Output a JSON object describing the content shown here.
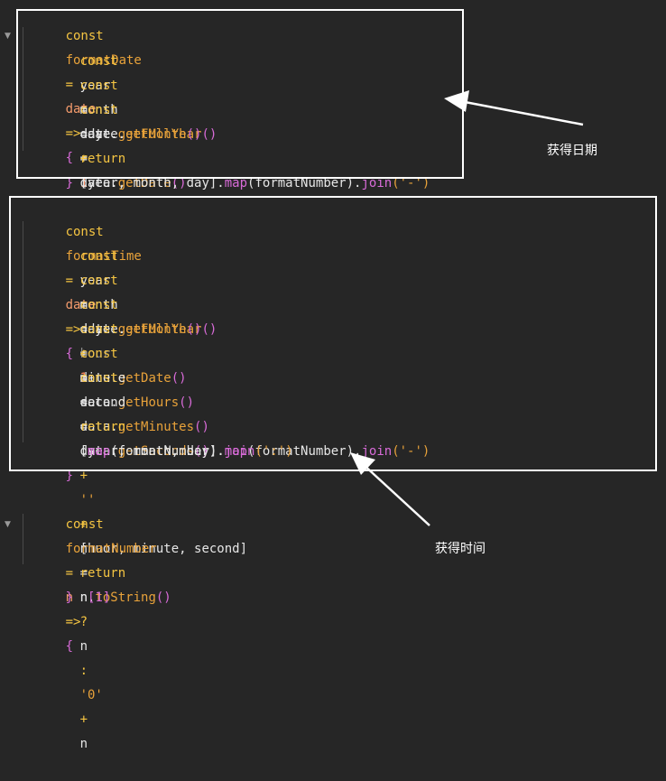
{
  "blocks": {
    "formatDate": {
      "lines": [
        [
          "const",
          "formatDate",
          "=",
          "date",
          "=>",
          "{"
        ],
        [
          "const",
          "year",
          "=",
          "date.",
          "getFullYear",
          "()"
        ],
        [
          "const",
          "month",
          "=date.",
          "getMonth",
          "()",
          "+",
          "1"
        ],
        [
          "const",
          "day",
          "=",
          "date.",
          "getDate",
          "()"
        ],
        [
          "return",
          "[year, month, day]",
          ".",
          "map",
          "(formatNumber)",
          ".",
          "join",
          "('-')"
        ],
        [
          "}"
        ]
      ]
    },
    "formatTime": {
      "lines": [
        [
          "const",
          "formatTime",
          "=",
          "date",
          "=>",
          "{"
        ],
        [
          "const",
          "year",
          "=",
          "date.",
          "getFullYear",
          "()"
        ],
        [
          "const",
          "month",
          "=date.",
          "getMonth",
          "()",
          "+",
          "1"
        ],
        [
          "const",
          "day",
          "=",
          "date.",
          "getDate",
          "()"
        ],
        [
          "const",
          "hour",
          "=",
          "data.",
          "getHours",
          "()"
        ],
        [
          "const",
          "minute",
          "=",
          "data.",
          "getMinutes",
          "()"
        ],
        [
          "const",
          "second",
          "=",
          "data.",
          "getSeconds",
          "()"
        ],
        [
          "return",
          "[year, month, day]",
          ".",
          "map",
          "(formatNumber)",
          ".",
          "join",
          "('-')",
          "+",
          "''",
          "+",
          "[huor, minute, second]"
        ],
        [
          ".",
          "map",
          "(formatNumber)",
          ".",
          "join",
          "(':')"
        ],
        [
          "}"
        ]
      ]
    },
    "formatNumber": {
      "lines": [
        [
          "const",
          "formatNumber",
          "=",
          "n",
          "=>",
          "{"
        ],
        [
          "n",
          "=",
          "n.",
          "toString",
          "()"
        ],
        [
          "return",
          "n",
          "[1]",
          "?",
          "n",
          ":",
          "'0'",
          "+",
          "n"
        ],
        [
          "}"
        ]
      ]
    }
  },
  "annotations": {
    "date_label": "获得日期",
    "time_label": "获得时间"
  },
  "colors": {
    "background": "#262626",
    "keyword": "#f5c542",
    "method": "#d86bd8",
    "number": "#ff8a5c",
    "annotation": "#ffffff"
  }
}
